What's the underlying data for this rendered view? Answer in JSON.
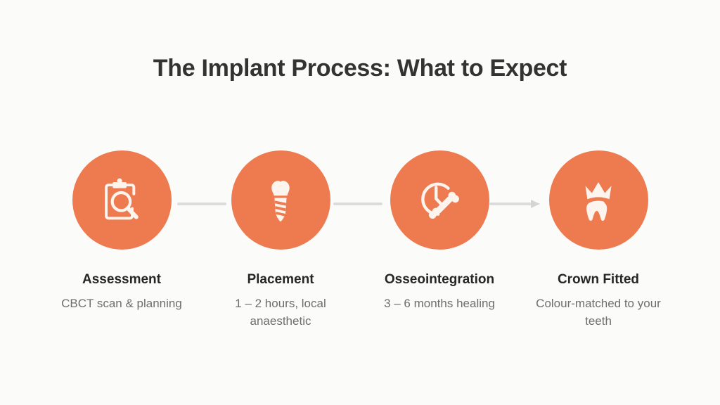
{
  "slide": {
    "title": "The Implant Process: What to Expect",
    "background_color": "#fbfbfa",
    "accent_color": "#ee7b4f",
    "title_color": "#333333",
    "connector_color": "#dcdcdc"
  },
  "steps": [
    {
      "icon": "clipboard-magnifier-icon",
      "name": "Assessment",
      "description": "CBCT scan & planning"
    },
    {
      "icon": "dental-implant-icon",
      "name": "Placement",
      "description": "1 – 2 hours, local anaesthetic"
    },
    {
      "icon": "clock-bone-icon",
      "name": "Osseointegration",
      "description": "3 – 6 months healing"
    },
    {
      "icon": "crown-tooth-icon",
      "name": "Crown Fitted",
      "description": "Colour-matched to your teeth"
    }
  ]
}
